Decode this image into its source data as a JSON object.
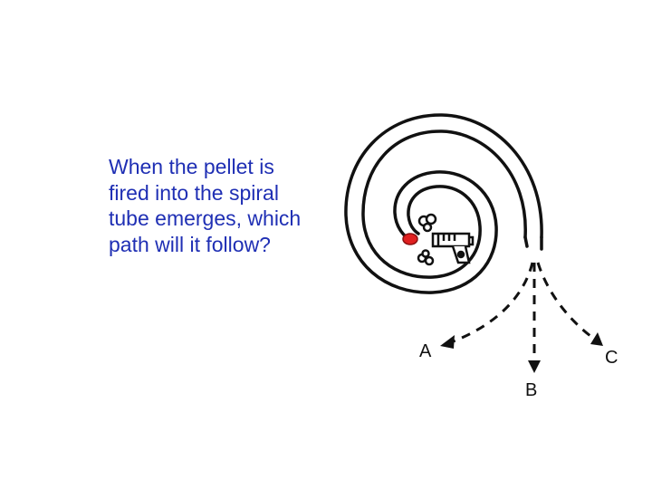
{
  "question": {
    "text": "When the pellet is fired into the spiral tube emerges, which path will it follow?"
  },
  "diagram": {
    "path_labels": {
      "a": "A",
      "b": "B",
      "c": "C"
    },
    "colors": {
      "question_text": "#1f2fb4",
      "pellet": "#e02020",
      "ink": "#111111"
    },
    "icons": [
      "spiral-tube-icon",
      "gun-icon",
      "pellet-icon",
      "smoke-icon"
    ]
  }
}
